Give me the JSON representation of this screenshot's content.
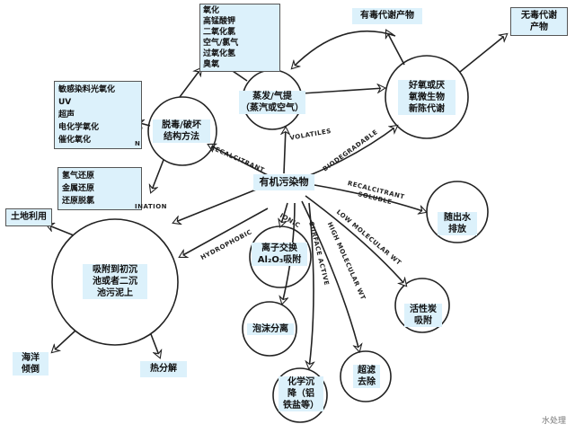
{
  "diagram": {
    "center": "有机污染物",
    "nodes": {
      "detox": [
        "脱毒/破坏",
        "结构方法"
      ],
      "evaporation": [
        "蒸发/气提",
        "（蒸汽或空气）"
      ],
      "aerobic": [
        "好氧或厌",
        "氧微生物",
        "新陈代谢"
      ],
      "discharge": [
        "随出水",
        "排放"
      ],
      "sludge": [
        "吸附到初沉",
        "池或者二沉",
        "池污泥上"
      ],
      "ion_exchange": [
        "离子交换",
        "Al₂O₃吸附"
      ],
      "activated_carbon": [
        "活性炭",
        "吸附"
      ],
      "foam": [
        "泡沫分离"
      ],
      "ultrafiltration": [
        "超滤",
        "去除"
      ],
      "chem_precip": [
        "化学沉",
        "降（铝",
        "铁盐等）"
      ]
    },
    "boxes": {
      "toxic_products": "有毒代谢产物",
      "nontoxic_products": [
        "无毒代谢",
        "产物"
      ],
      "oxidants": [
        "氧化",
        "高锰酸钾",
        "二氧化氯",
        "空气/氯气",
        "过氧化氢",
        "臭氧"
      ],
      "advanced_oxidation": [
        "敏感染料光氧化",
        "UV",
        "超声",
        "电化学氧化",
        "催化氧化"
      ],
      "reduction": [
        "氢气还原",
        "金属还原",
        "还原脱氯"
      ],
      "land_use": "土地利用",
      "ocean_dump": [
        "海洋",
        "倾倒"
      ],
      "pyrolysis": "热分解"
    },
    "edge_labels": {
      "recalcitrant": "RECALCITRANT",
      "volatiles": "VOLATILES",
      "biodegradable": "BIODEGRADABLE",
      "recalcitrant_soluble": [
        "RECALCITRANT",
        "SOLUBLE"
      ],
      "low_mw": "LOW MOLECULAR WT",
      "high_mw": "HIGH MOLECULAR WT",
      "ionic": "IONIC",
      "surface_active": "SURFACE ACTIVE",
      "hydrophobic": "HYDROPHOBIC",
      "oxidation_tail": "N",
      "reduction_tail": "INATION"
    },
    "footer": "水处理"
  }
}
